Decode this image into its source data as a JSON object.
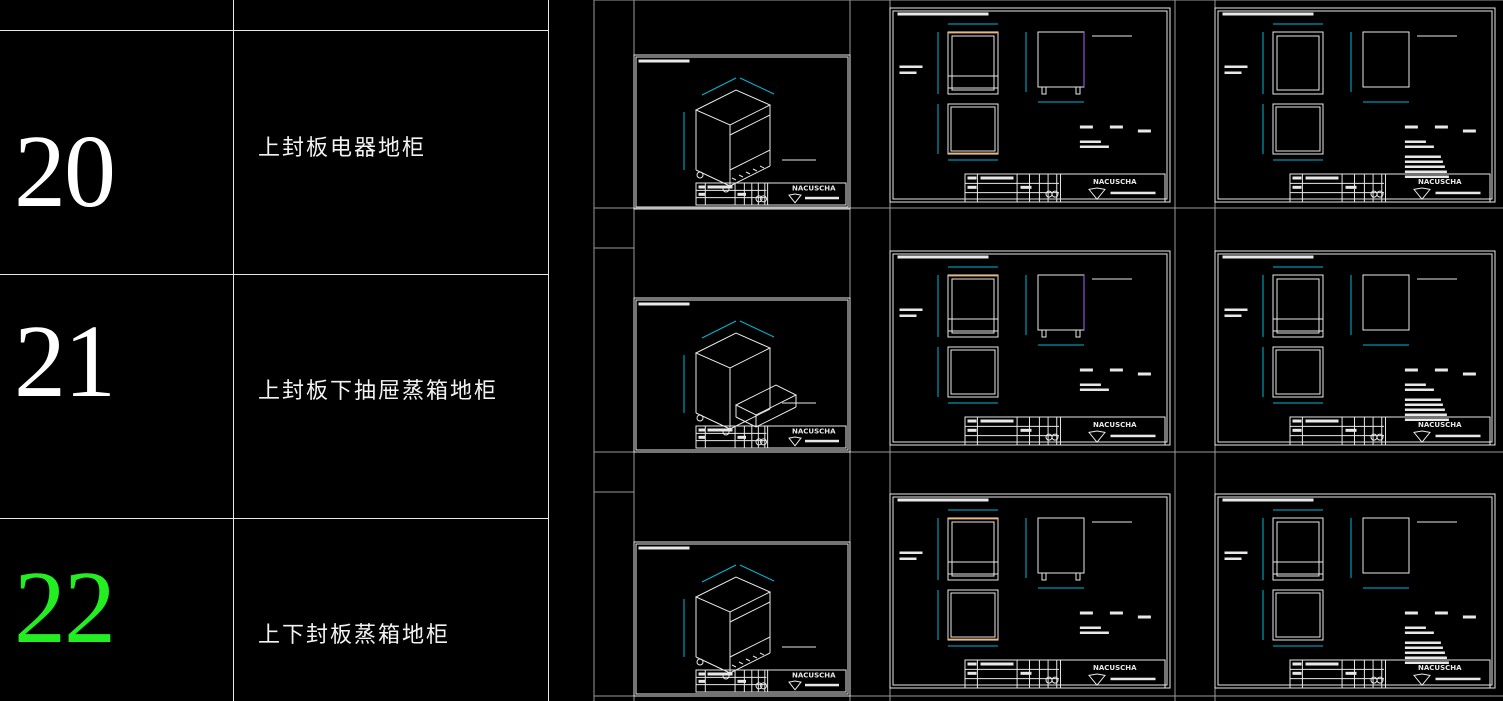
{
  "rows": [
    {
      "num": "20",
      "label": "上封板电器地柜",
      "num_color": "#ffffff"
    },
    {
      "num": "21",
      "label": "上封板下抽屉蒸箱地柜",
      "num_color": "#ffffff"
    },
    {
      "num": "22",
      "label": "上下封板蒸箱地柜",
      "num_color": "#22ee22"
    }
  ],
  "title_block": {
    "brand": "NACUSCHA"
  },
  "colors": {
    "line": "#e8e8e8",
    "dim": "#00b8d8",
    "accent_orange": "#e08a2a",
    "accent_purple": "#b060ff",
    "active_num": "#22ee22"
  }
}
